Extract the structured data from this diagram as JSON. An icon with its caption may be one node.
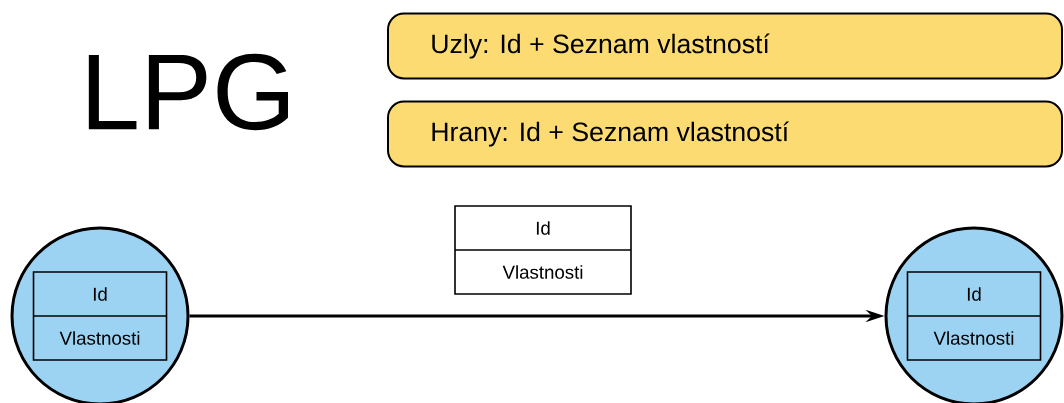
{
  "diagram": {
    "title": "LPG",
    "nodes": [
      {
        "text": [
          "Uzly: Id + Seznam vlastností"
        ]
      },
      {
        "text": [
          "Hrany: Id + Seznam vlastností"
        ]
      },
      {
        "text": [],
        "shape": "circle"
      },
      {
        "text": [
          "Id",
          "Vlastnosti"
        ],
        "in": 2
      },
      {
        "text": [
          "Id",
          "Vlastnosti"
        ]
      },
      {
        "text": [],
        "shape": "circle"
      },
      {
        "text": [
          "Id",
          "Vlastnosti"
        ],
        "in": 5
      }
    ],
    "edges": [
      {
        "from": 2,
        "to": 5,
        "arrow": "to"
      }
    ]
  }
}
